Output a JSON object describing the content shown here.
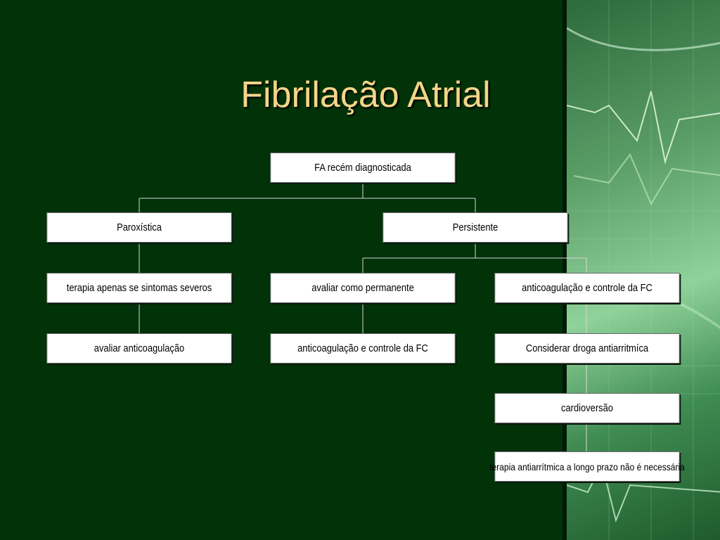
{
  "slide": {
    "title": "Fibrilação Atrial"
  },
  "flowchart": {
    "root": "FA recém diagnosticada",
    "paroxistica": "Paroxística",
    "persistente": "Persistente",
    "parox_step1": "terapia apenas se sintomas severos",
    "parox_step2": "avaliar anticoagulação",
    "pers_perm_step1": "avaliar como permanente",
    "pers_perm_step2": "anticoagulação e controle da FC",
    "pers_rhythm_step1": "anticoagulação e controle da FC",
    "pers_rhythm_step2": "Considerar droga antiarritmíca",
    "pers_rhythm_step3": "cardioversão",
    "pers_rhythm_step4": "terapia antiarrítmica a longo prazo não é necessária"
  },
  "colors": {
    "background": "#013208",
    "title": "#f3d58a",
    "connector": "#d8d8d8"
  }
}
